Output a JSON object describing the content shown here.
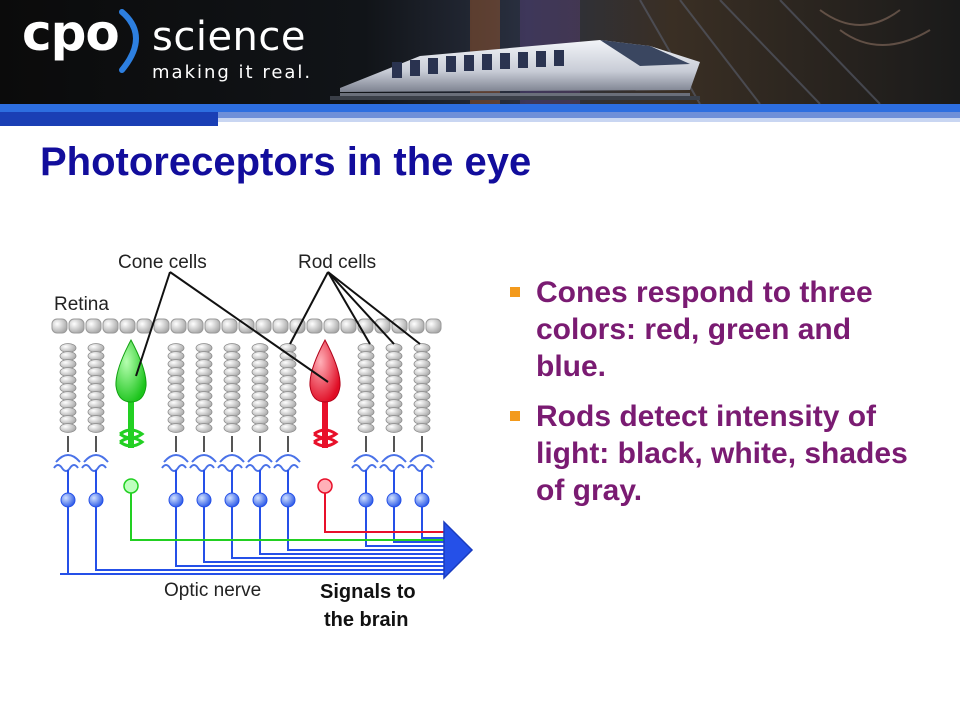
{
  "header": {
    "logo_cpo": "cpo",
    "logo_science": "science",
    "tagline": "making it real."
  },
  "slide": {
    "title": "Photoreceptors in the eye",
    "bullets": [
      "Cones respond to three colors:  red, green and blue.",
      "Rods detect intensity of light: black, white, shades of gray."
    ]
  },
  "diagram": {
    "labels": {
      "cone_cells": "Cone cells",
      "rod_cells": "Rod cells",
      "retina": "Retina",
      "optic_nerve": "Optic nerve",
      "signals_line1": "Signals to",
      "signals_line2": "the brain"
    },
    "colors": {
      "green_cone": "#22d022",
      "red_cone": "#e8102a",
      "nerve": "#2550e8",
      "rod": "#c4c4c4"
    }
  },
  "colors": {
    "title": "#120d9c",
    "bullet_text": "#7a1b72",
    "bullet_marker": "#f39a1c",
    "header_bg": "#0b0b0b",
    "header_stripe": "#2d6ee0"
  }
}
